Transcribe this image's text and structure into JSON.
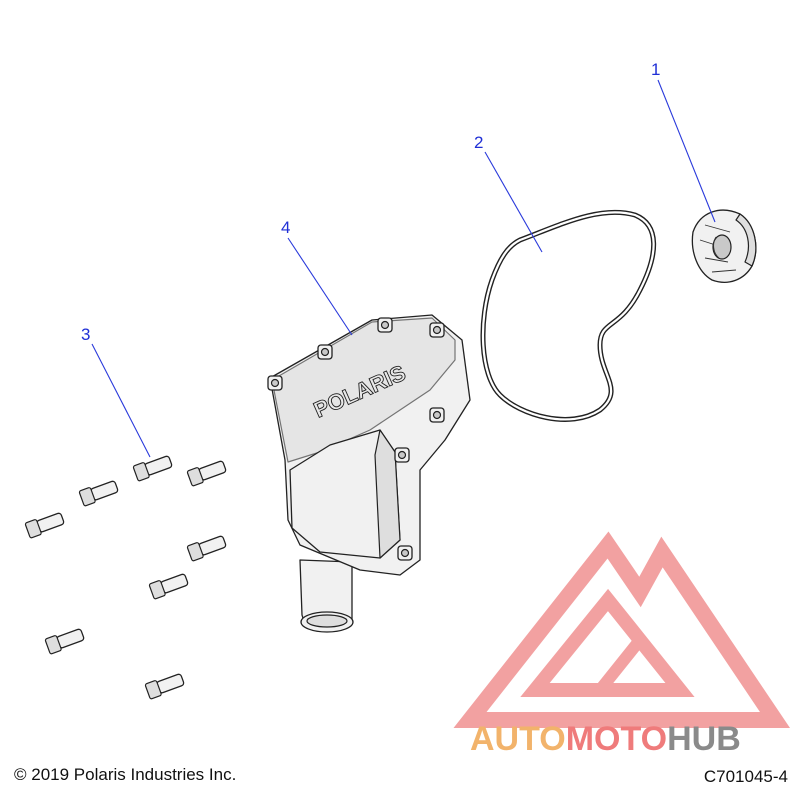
{
  "callouts": [
    {
      "id": "1",
      "label": "1"
    },
    {
      "id": "2",
      "label": "2"
    },
    {
      "id": "3",
      "label": "3"
    },
    {
      "id": "4",
      "label": "4"
    }
  ],
  "cover_logo": "POLARIS",
  "footer": {
    "copyright": "© 2019 Polaris Industries Inc.",
    "diagram_code": "C701045-4"
  },
  "watermark": {
    "word_a": "AUTO",
    "word_b": "MOTO",
    "word_c": "HUB",
    "colors": {
      "auto": "#f2b36b",
      "moto": "#ef7b7b",
      "hub": "#8a8a8a",
      "logo": "#ef8a8a"
    }
  }
}
